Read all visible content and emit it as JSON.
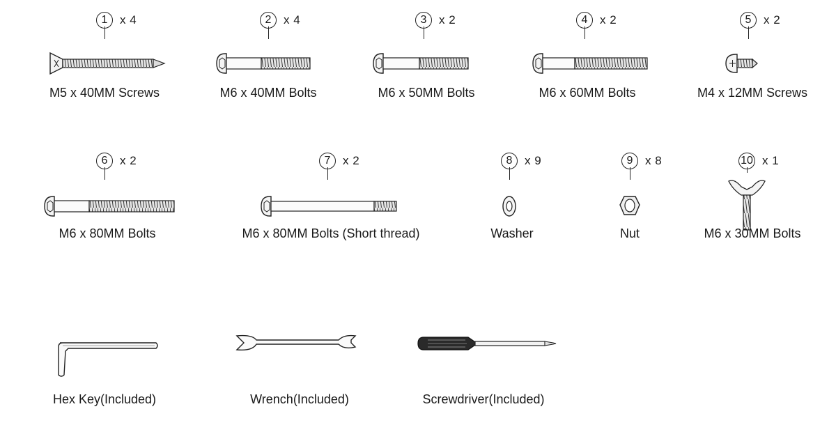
{
  "parts": [
    {
      "num": "1",
      "qty": "x 4",
      "label": "M5 x 40MM Screws",
      "icon": "countersunk-screw-icon"
    },
    {
      "num": "2",
      "qty": "x 4",
      "label": "M6 x 40MM Bolts",
      "icon": "bolt-icon"
    },
    {
      "num": "3",
      "qty": "x 2",
      "label": "M6 x 50MM Bolts",
      "icon": "bolt-icon"
    },
    {
      "num": "4",
      "qty": "x 2",
      "label": "M6 x 60MM Bolts",
      "icon": "bolt-icon"
    },
    {
      "num": "5",
      "qty": "x 2",
      "label": "M4 x 12MM Screws",
      "icon": "pan-head-screw-icon"
    },
    {
      "num": "6",
      "qty": "x 2",
      "label": "M6 x 80MM Bolts",
      "icon": "bolt-icon"
    },
    {
      "num": "7",
      "qty": "x 2",
      "label": "M6 x 80MM Bolts (Short thread)",
      "icon": "bolt-short-thread-icon"
    },
    {
      "num": "8",
      "qty": "x 9",
      "label": "Washer",
      "icon": "washer-icon"
    },
    {
      "num": "9",
      "qty": "x 8",
      "label": "Nut",
      "icon": "nut-icon"
    },
    {
      "num": "10",
      "qty": "x 1",
      "label": "M6 x 30MM Bolts",
      "icon": "wing-bolt-icon"
    }
  ],
  "tools": [
    {
      "label": "Hex Key(Included)",
      "icon": "hex-key-icon"
    },
    {
      "label": "Wrench(Included)",
      "icon": "wrench-icon"
    },
    {
      "label": "Screwdriver(Included)",
      "icon": "screwdriver-icon"
    }
  ]
}
